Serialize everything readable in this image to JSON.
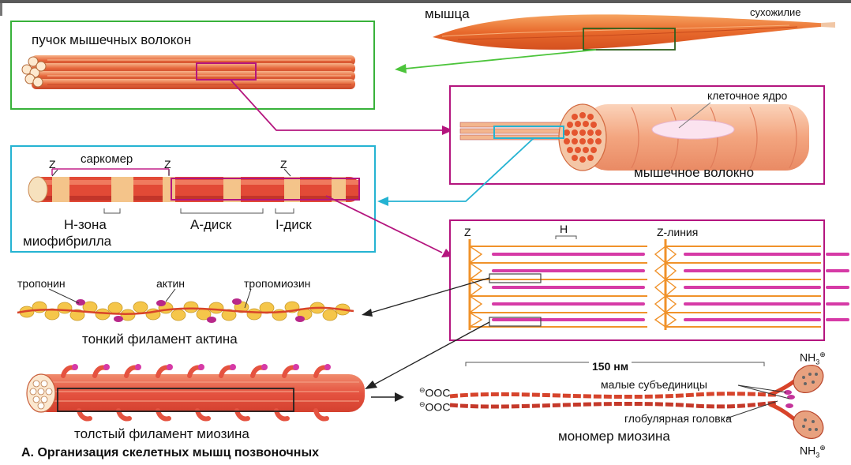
{
  "labels": {
    "muscle": "мышца",
    "tendon": "сухожилие",
    "bundle": "пучок мышечных волокон",
    "nucleus": "клеточное ядро",
    "fiber": "мышечное волокно",
    "sarcomere": "саркомер",
    "z": "Z",
    "h_zone": "H-зона",
    "a_disc": "A-диск",
    "i_disc": "I-диск",
    "myofibril": "миофибрилла",
    "h": "H",
    "z_line": "Z-линия",
    "troponin": "тропонин",
    "actin": "актин",
    "tropomyosin": "тропомиозин",
    "thin_filament": "тонкий филамент актина",
    "nm150": "150 нм",
    "nh3": "NH",
    "nh3_sub": "3",
    "nh3_sup": "⊕",
    "ooc_sup": "⊖",
    "ooc": "OOC",
    "light_chains": "малые субъединицы",
    "globular_head": "глобулярная головка",
    "thick_filament": "толстый филамент миозина",
    "myosin_monomer": "мономер миозина",
    "caption": "А. Организация скелетных мышц позвоночных"
  },
  "colors": {
    "muscle": "#e8692c",
    "muscle_light": "#f6a66b",
    "green_frame": "#38b23a",
    "magenta_frame": "#b4157e",
    "cyan_frame": "#25b3d2",
    "pink_filament": "#d63aa6",
    "orange_line": "#f0922a",
    "actin_bead": "#f5c64a",
    "red": "#e2443a"
  }
}
